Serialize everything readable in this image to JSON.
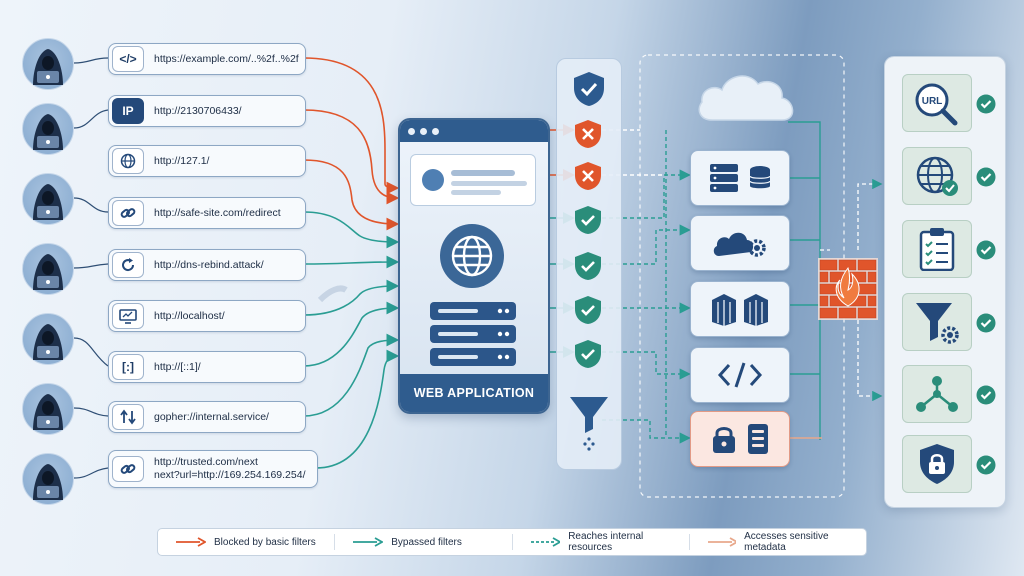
{
  "urls": [
    {
      "icon": "code-icon",
      "text": "https://example.com/..%2f..%2f"
    },
    {
      "icon": "ip-icon",
      "icon_text": "IP",
      "text": "http://2130706433/"
    },
    {
      "icon": "globe-icon",
      "text": "http://127.1/"
    },
    {
      "icon": "link-icon",
      "text": "http://safe-site.com/redirect"
    },
    {
      "icon": "refresh-icon",
      "text": "http://dns-rebind.attack/"
    },
    {
      "icon": "monitor-icon",
      "text": "http://localhost/"
    },
    {
      "icon": "brackets-icon",
      "icon_text": "[:]",
      "text": "http://[::1]/"
    },
    {
      "icon": "arrows-updown-icon",
      "text": "gopher://internal.service/"
    },
    {
      "icon": "link-icon",
      "text": "http://trusted.com/next",
      "text2": "next?url=http://169.254.169.254/"
    }
  ],
  "webapp": {
    "label": "WEB APPLICATION"
  },
  "resources": [
    {
      "icon": "url-search-icon",
      "icon_text": "URL"
    },
    {
      "icon": "globe-check-icon"
    },
    {
      "icon": "checklist-icon"
    },
    {
      "icon": "funnel-gear-icon"
    },
    {
      "icon": "network-icon"
    },
    {
      "icon": "shield-lock-icon"
    }
  ],
  "legend": [
    {
      "label": "Blocked by basic filters",
      "color": "#e0552b",
      "style": "solid"
    },
    {
      "label": "Bypassed filters",
      "color": "#2a9d93",
      "style": "solid"
    },
    {
      "label": "Reaches internal resources",
      "color": "#2a9d93",
      "style": "dashed"
    },
    {
      "label": "Accesses sensitive metadata",
      "color": "#e8a88b",
      "style": "solid"
    }
  ],
  "colors": {
    "blocked": "#e0552b",
    "bypass": "#2a9d93",
    "navy": "#2f5c8e",
    "check": "#2a8d7a"
  }
}
